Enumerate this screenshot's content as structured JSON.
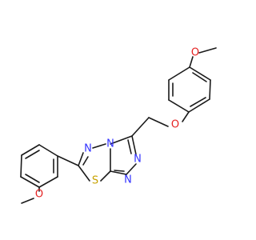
{
  "molecule": {
    "atoms": {
      "o_top": "O",
      "o_ether": "O",
      "o_bottom": "O",
      "n_fused": "N",
      "n_left": "N",
      "n_right_upper": "N",
      "n_right_lower": "N",
      "s_ring": "S"
    },
    "colors": {
      "carbon": "#1a1a1a",
      "nitrogen": "#3333ff",
      "oxygen": "#e52222",
      "sulfur": "#c8a200"
    }
  }
}
